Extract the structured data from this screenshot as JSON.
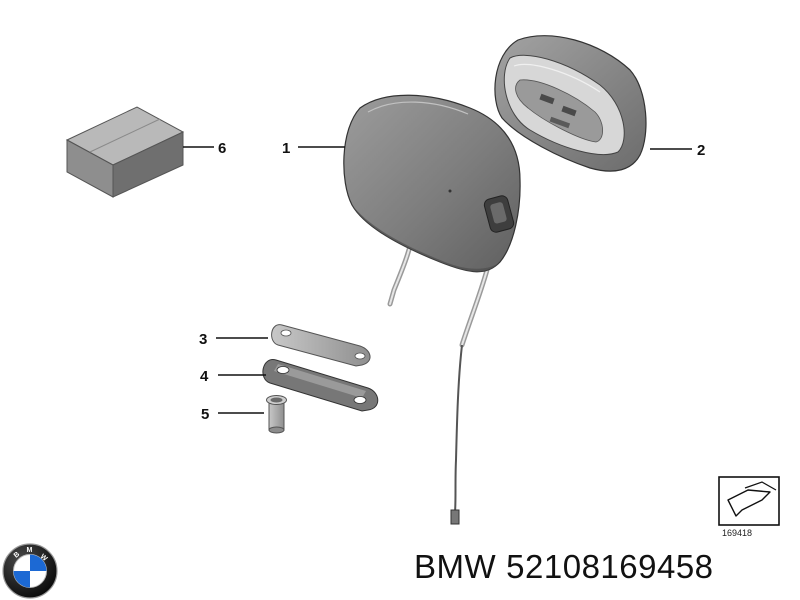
{
  "callouts": {
    "c1": "1",
    "c2": "2",
    "c3": "3",
    "c4": "4",
    "c5": "5",
    "c6": "6"
  },
  "reference_number": "169418",
  "logo": {
    "name": "bmw-logo",
    "letters": "BMW",
    "colors": {
      "blue": "#1c69d4",
      "white": "#ffffff",
      "ring": "#111111"
    }
  },
  "footer": {
    "brand": "BMW",
    "part_number": "52108169458"
  },
  "colors": {
    "part_fill": "#8a8a8a",
    "part_dark": "#5a5a5a",
    "part_light": "#b5b5b5",
    "line": "#111111"
  }
}
